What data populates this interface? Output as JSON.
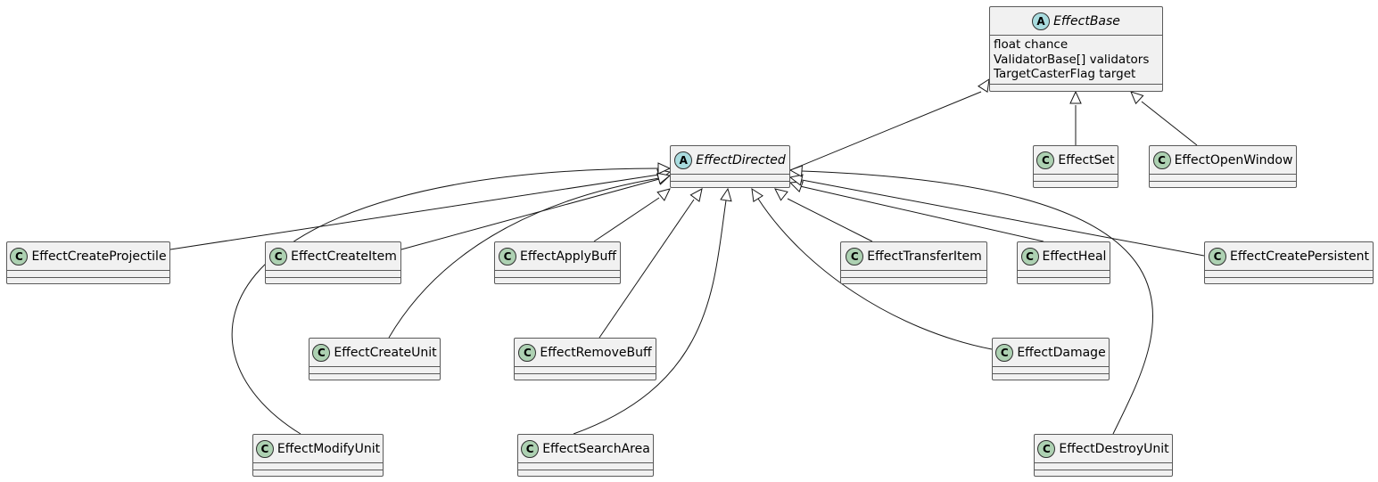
{
  "classes": {
    "EffectBase": {
      "name": "EffectBase",
      "stereotype": "A",
      "abstract": true,
      "fields": [
        "float chance",
        "ValidatorBase[] validators",
        "TargetCasterFlag target"
      ]
    },
    "EffectDirected": {
      "name": "EffectDirected",
      "stereotype": "A",
      "abstract": true
    },
    "EffectSet": {
      "name": "EffectSet",
      "stereotype": "C"
    },
    "EffectOpenWindow": {
      "name": "EffectOpenWindow",
      "stereotype": "C"
    },
    "EffectCreateProjectile": {
      "name": "EffectCreateProjectile",
      "stereotype": "C"
    },
    "EffectCreateItem": {
      "name": "EffectCreateItem",
      "stereotype": "C"
    },
    "EffectApplyBuff": {
      "name": "EffectApplyBuff",
      "stereotype": "C"
    },
    "EffectTransferItem": {
      "name": "EffectTransferItem",
      "stereotype": "C"
    },
    "EffectHeal": {
      "name": "EffectHeal",
      "stereotype": "C"
    },
    "EffectCreatePersistent": {
      "name": "EffectCreatePersistent",
      "stereotype": "C"
    },
    "EffectCreateUnit": {
      "name": "EffectCreateUnit",
      "stereotype": "C"
    },
    "EffectRemoveBuff": {
      "name": "EffectRemoveBuff",
      "stereotype": "C"
    },
    "EffectDamage": {
      "name": "EffectDamage",
      "stereotype": "C"
    },
    "EffectModifyUnit": {
      "name": "EffectModifyUnit",
      "stereotype": "C"
    },
    "EffectSearchArea": {
      "name": "EffectSearchArea",
      "stereotype": "C"
    },
    "EffectDestroyUnit": {
      "name": "EffectDestroyUnit",
      "stereotype": "C"
    }
  },
  "inheritance": [
    {
      "child": "EffectDirected",
      "parent": "EffectBase"
    },
    {
      "child": "EffectSet",
      "parent": "EffectBase"
    },
    {
      "child": "EffectOpenWindow",
      "parent": "EffectBase"
    },
    {
      "child": "EffectCreateProjectile",
      "parent": "EffectDirected"
    },
    {
      "child": "EffectCreateItem",
      "parent": "EffectDirected"
    },
    {
      "child": "EffectApplyBuff",
      "parent": "EffectDirected"
    },
    {
      "child": "EffectTransferItem",
      "parent": "EffectDirected"
    },
    {
      "child": "EffectHeal",
      "parent": "EffectDirected"
    },
    {
      "child": "EffectCreatePersistent",
      "parent": "EffectDirected"
    },
    {
      "child": "EffectCreateUnit",
      "parent": "EffectDirected"
    },
    {
      "child": "EffectRemoveBuff",
      "parent": "EffectDirected"
    },
    {
      "child": "EffectDamage",
      "parent": "EffectDirected"
    },
    {
      "child": "EffectModifyUnit",
      "parent": "EffectDirected"
    },
    {
      "child": "EffectSearchArea",
      "parent": "EffectDirected"
    },
    {
      "child": "EffectDestroyUnit",
      "parent": "EffectDirected"
    }
  ]
}
